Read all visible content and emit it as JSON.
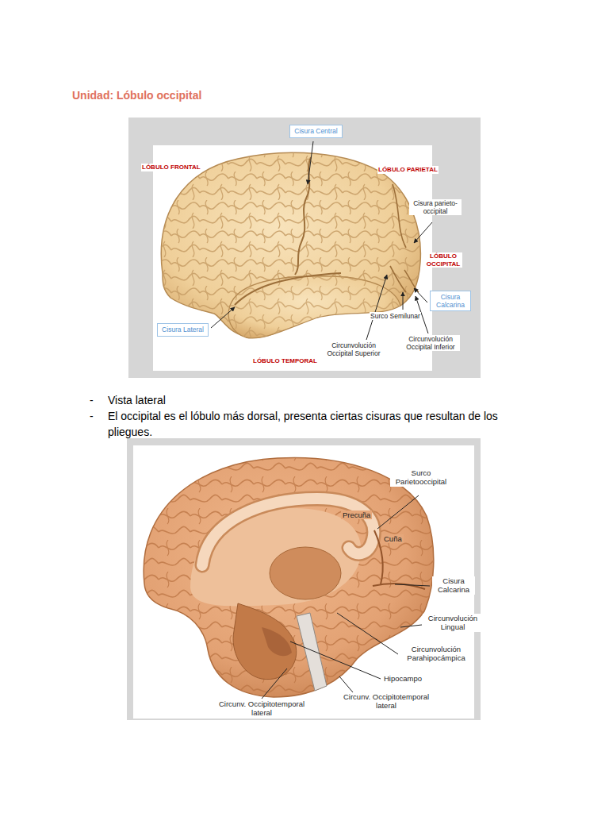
{
  "diagram": {
    "title": "Unidad: Lóbulo occipital",
    "nodes": [
      {
        "text": [
          "Cisura Central"
        ]
      },
      {
        "text": [
          "Cisura Calcarina"
        ]
      },
      {
        "text": [
          "Cisura Lateral"
        ]
      }
    ],
    "labels": [
      "LÓBULO FRONTAL",
      "LÓBULO PARIETAL",
      "Cisura parieto-occipital",
      "LÓBULO OCCIPITAL",
      "Surco Semilunar",
      "Circunvolución Occipital Superior",
      "Circunvolución Occipital Inferior",
      "LÓBULO TEMPORAL",
      "-",
      "Vista lateral",
      "-",
      "El occipital es el lóbulo más dorsal, presenta ciertas cisuras que resultan de los pliegues.",
      "Surco Parietooccipital",
      "Precuña",
      "Cuña",
      "Cisura Calcarina",
      "Circunvolución Lingual",
      "Circunvolución Parahipocámpica",
      "Hipocampo",
      "Circunv. Occipitotemporal lateral",
      "Circunv. Occipitotemporal lateral"
    ]
  }
}
